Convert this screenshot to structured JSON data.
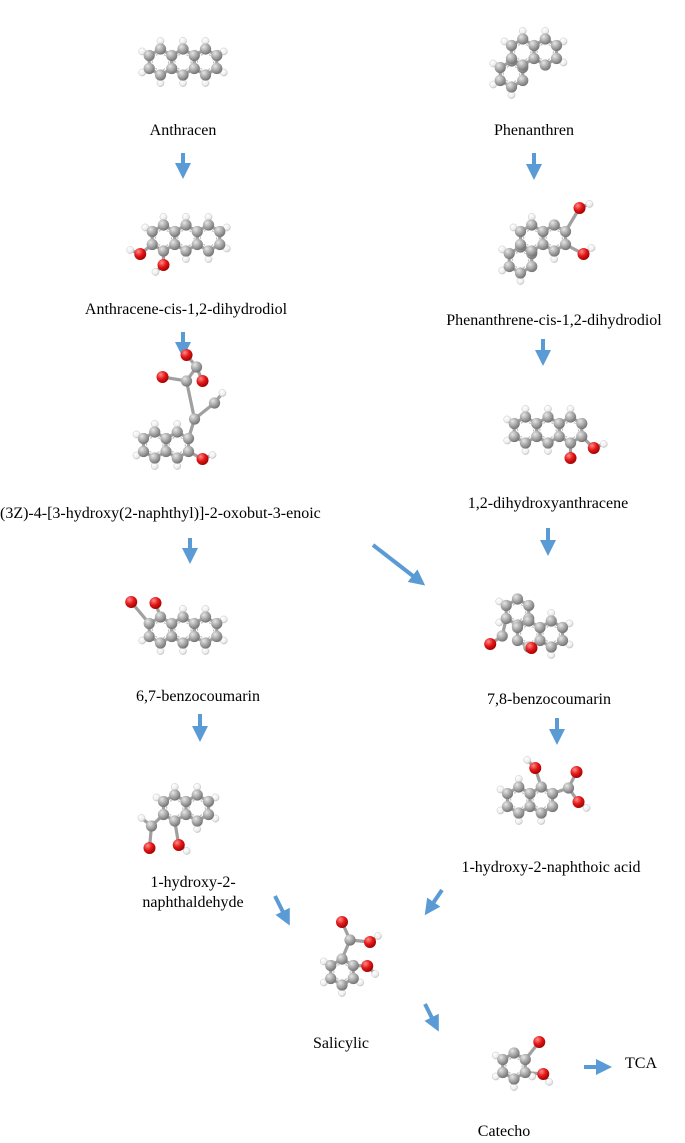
{
  "colors": {
    "arrow": "#5b9bd5",
    "carbon": "#9c9c9c",
    "carbon_edge": "#7a7a7a",
    "oxygen": "#e01010",
    "hydrogen": "#efefef",
    "hydrogen_edge": "#c8c8c8",
    "bond": "#a0a0a0",
    "text": "#000000"
  },
  "compounds": [
    {
      "id": "anthracene",
      "name": "Anthracen",
      "structure": "anthracene"
    },
    {
      "id": "anthracene-dihydrodiol",
      "name": "Anthracene-cis-1,2-dihydrodiol",
      "structure": "anthracene-diol"
    },
    {
      "id": "hydroxynaphthyl-oxobutenoic",
      "name": "(3Z)-4-[3-hydroxy(2-naphthyl)]-2-oxobut-3-enoic",
      "structure": "naphthyl-enoic-acid"
    },
    {
      "id": "benzocoumarin-67",
      "name": "6,7-benzocoumarin",
      "structure": "linear-benzocoumarin"
    },
    {
      "id": "hydroxynaphthaldehyde",
      "name": "1-hydroxy-2-naphthaldehyde",
      "structure": "naphthaldehyde"
    },
    {
      "id": "phenanthrene",
      "name": "Phenanthren",
      "structure": "phenanthrene"
    },
    {
      "id": "phenanthrene-dihydrodiol",
      "name": "Phenanthrene-cis-1,2-dihydrodiol",
      "structure": "phenanthrene-diol"
    },
    {
      "id": "dihydroxyanthracene",
      "name": "1,2-dihydroxyanthracene",
      "structure": "anthracene-diol"
    },
    {
      "id": "benzocoumarin-78",
      "name": "7,8-benzocoumarin",
      "structure": "angular-benzocoumarin"
    },
    {
      "id": "hydroxynaphthoic",
      "name": "1-hydroxy-2-naphthoic acid",
      "structure": "naphthoic-acid"
    },
    {
      "id": "salicylic",
      "name": "Salicylic",
      "structure": "salicylic-acid"
    },
    {
      "id": "catechol",
      "name": "Catecho",
      "structure": "catechol"
    },
    {
      "id": "tca",
      "name": "TCA",
      "structure": "none"
    }
  ],
  "pathway": [
    [
      "anthracene",
      "anthracene-dihydrodiol"
    ],
    [
      "anthracene-dihydrodiol",
      "hydroxynaphthyl-oxobutenoic"
    ],
    [
      "hydroxynaphthyl-oxobutenoic",
      "benzocoumarin-67"
    ],
    [
      "hydroxynaphthyl-oxobutenoic",
      "benzocoumarin-78"
    ],
    [
      "benzocoumarin-67",
      "hydroxynaphthaldehyde"
    ],
    [
      "hydroxynaphthaldehyde",
      "salicylic"
    ],
    [
      "phenanthrene",
      "phenanthrene-dihydrodiol"
    ],
    [
      "phenanthrene-dihydrodiol",
      "dihydroxyanthracene"
    ],
    [
      "dihydroxyanthracene",
      "benzocoumarin-78"
    ],
    [
      "benzocoumarin-78",
      "hydroxynaphthoic"
    ],
    [
      "hydroxynaphthoic",
      "salicylic"
    ],
    [
      "salicylic",
      "catechol"
    ],
    [
      "catechol",
      "tca"
    ]
  ]
}
